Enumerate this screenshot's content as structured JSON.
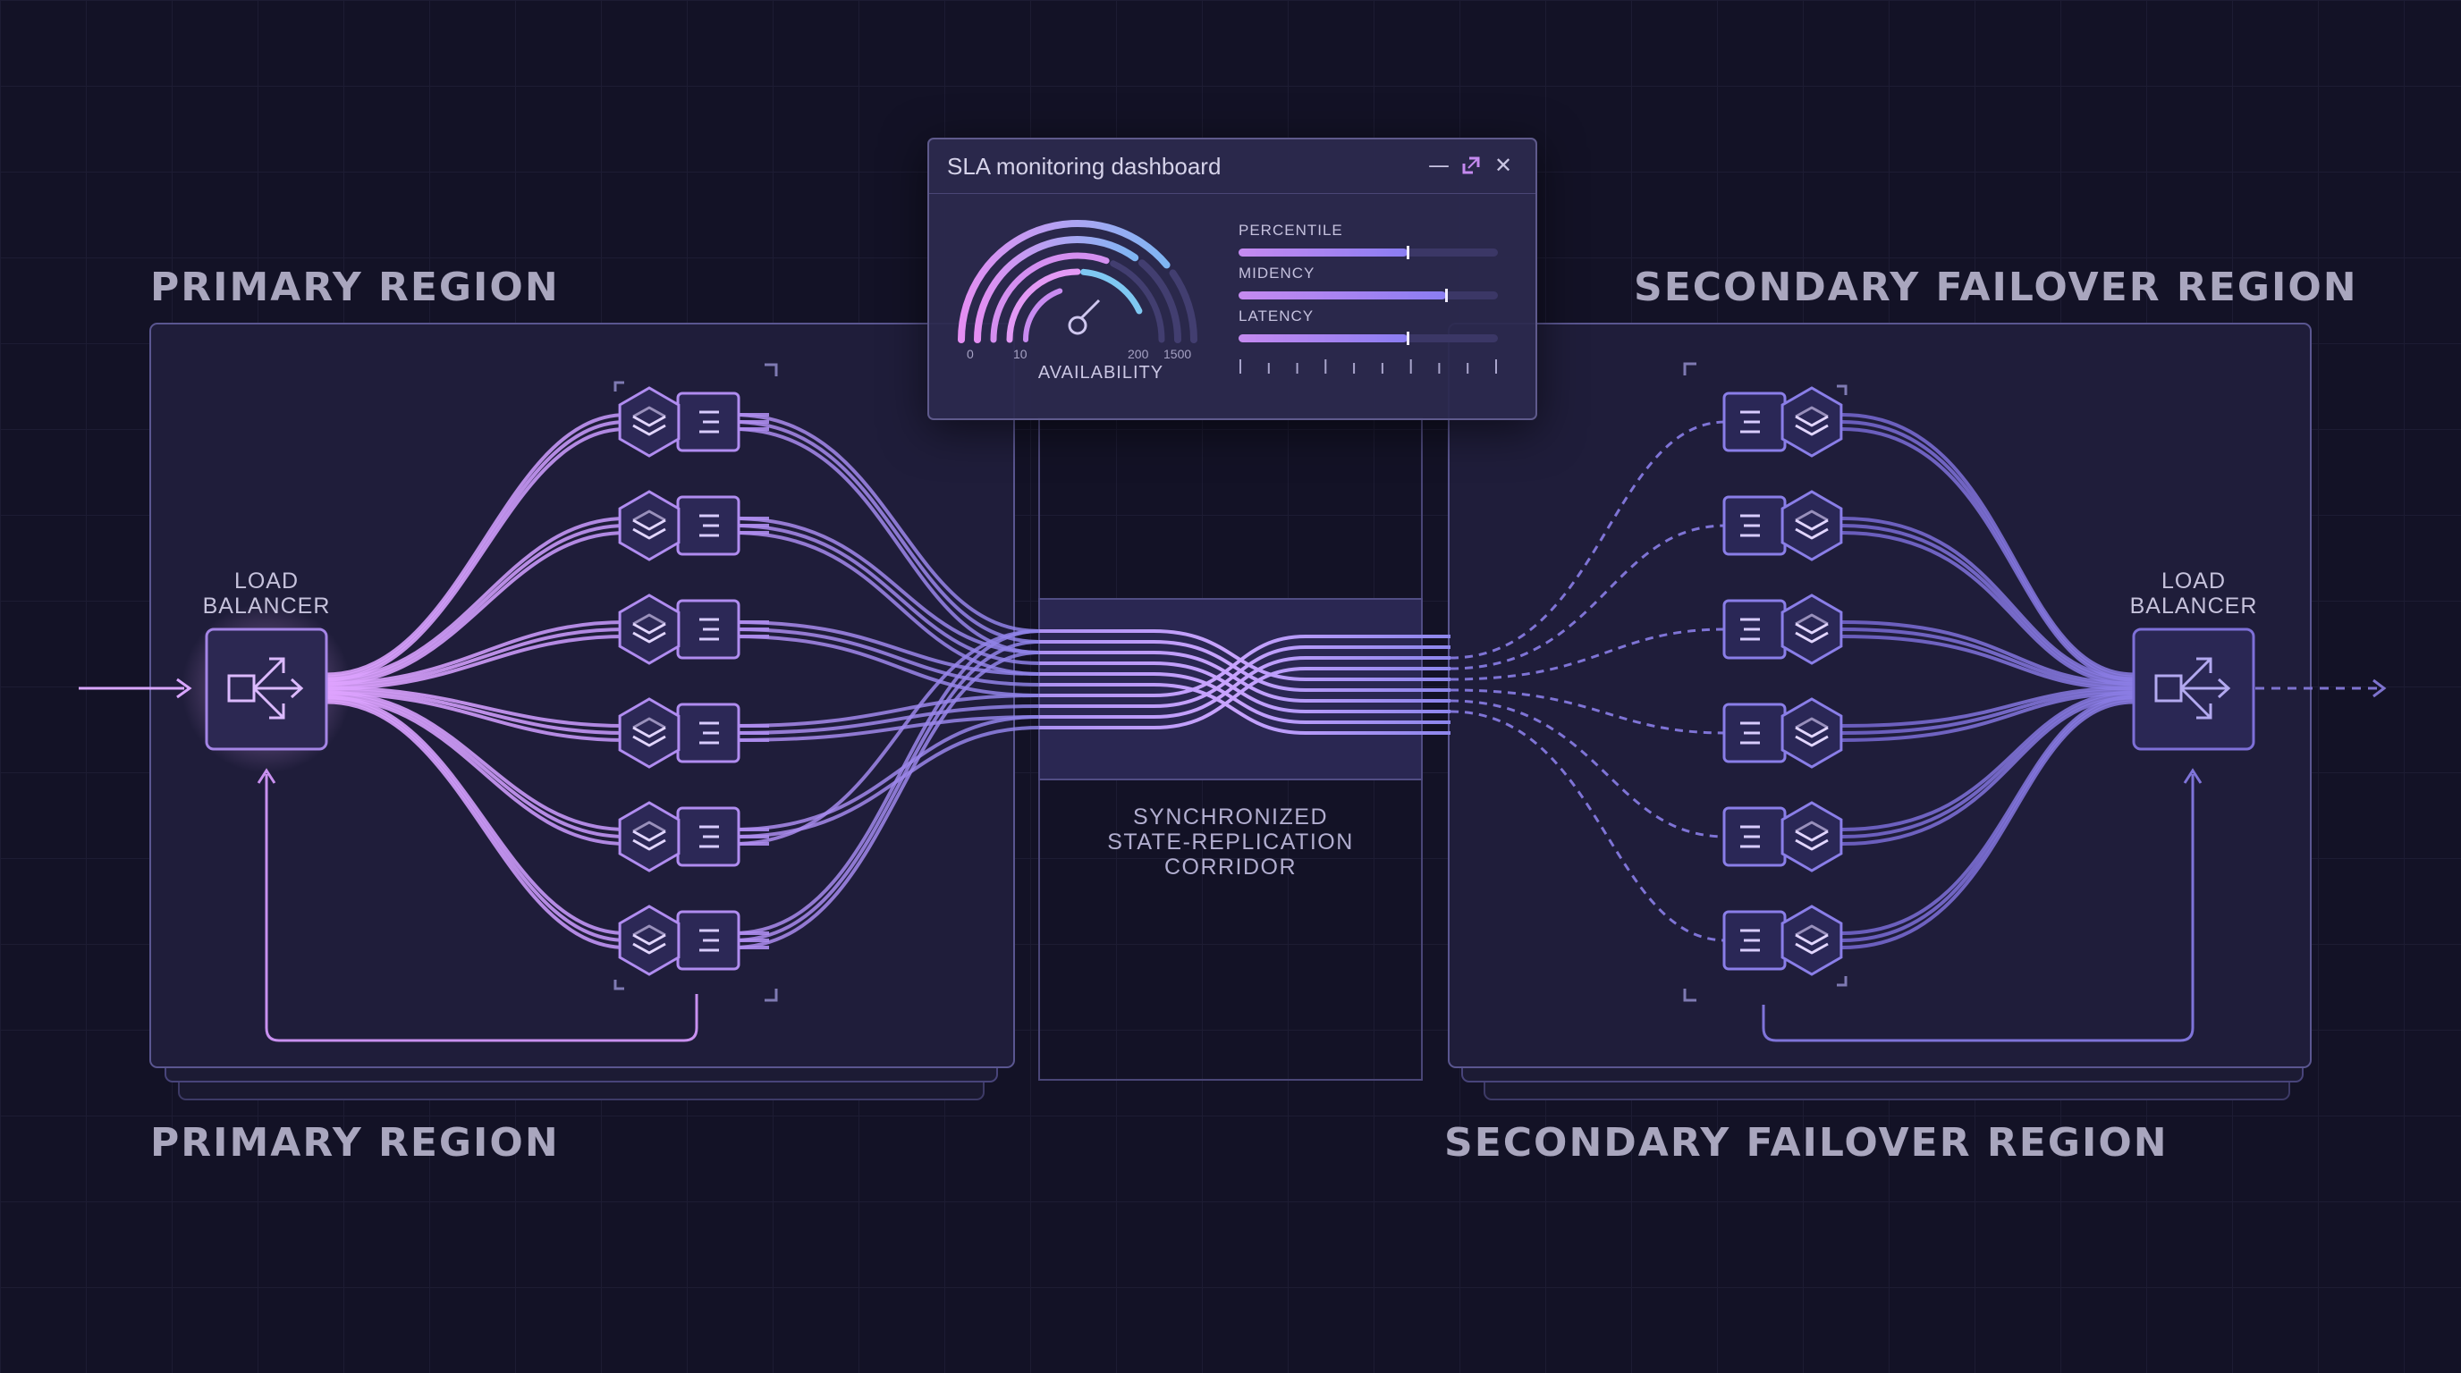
{
  "regions": {
    "primary": {
      "title_top": "PRIMARY REGION",
      "title_bottom": "PRIMARY REGION",
      "load_balancer_label": [
        "LOAD",
        "BALANCER"
      ]
    },
    "secondary": {
      "title_top": "SECONDARY FAILOVER REGION",
      "title_bottom": "SECONDARY FAILOVER REGION",
      "load_balancer_label": [
        "LOAD",
        "BALANCER"
      ]
    }
  },
  "corridor": {
    "label_lines": [
      "SYNCHRONIZED",
      "STATE-REPLICATION",
      "CORRIDOR"
    ]
  },
  "server_count_per_region": 6,
  "dashboard": {
    "title": "SLA monitoring dashboard",
    "controls": {
      "minimize": "—",
      "maximize": "expand-icon",
      "close": "✕"
    },
    "gauge": {
      "caption": "AVAILABILITY",
      "tick_labels": [
        "0",
        "10",
        "200",
        "1500"
      ]
    },
    "metrics": [
      {
        "label": "PERCENTILE",
        "value": 0.65
      },
      {
        "label": "MIDENCY",
        "value": 0.8
      },
      {
        "label": "LATENCY",
        "value": 0.65
      }
    ],
    "scale_ticks": 10
  },
  "colors": {
    "background": "#131226",
    "accent_primary": "#c792f5",
    "accent_secondary": "#7f72e2",
    "panel": "#1f1d3a"
  }
}
